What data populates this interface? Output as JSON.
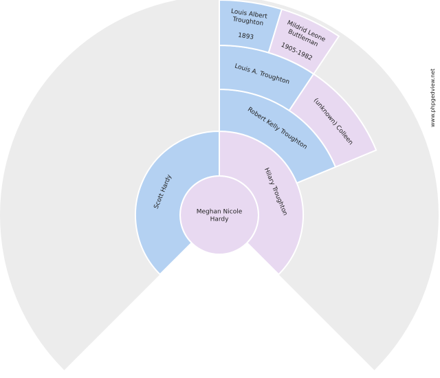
{
  "colors": {
    "male": "#b4d1f2",
    "female": "#e8d9f1",
    "empty": "#ececec",
    "border": "#ffffff"
  },
  "credit": "www.phpgedview.net",
  "persons": [
    {
      "id": "root",
      "lines": [
        "Meghan Nicole",
        "Hardy"
      ],
      "sex": "female",
      "gen": 0,
      "slot": 0
    },
    {
      "id": "father",
      "lines": [
        "Scott Hardy"
      ],
      "sex": "male",
      "gen": 1,
      "slot": 0
    },
    {
      "id": "mother",
      "lines": [
        "Hilary Troughton"
      ],
      "sex": "female",
      "gen": 1,
      "slot": 1
    },
    {
      "id": "mgf",
      "lines": [
        "Robert Kelly Troughton"
      ],
      "sex": "male",
      "gen": 2,
      "slot": 2
    },
    {
      "id": "mggf",
      "lines": [
        "Louis A. Troughton"
      ],
      "sex": "male",
      "gen": 3,
      "slot": 4
    },
    {
      "id": "mggm",
      "lines": [
        "(unknown) Colleen"
      ],
      "sex": "female",
      "gen": 3,
      "slot": 5
    },
    {
      "id": "mgggf",
      "lines": [
        "Louis Albert",
        "Troughton",
        "",
        "1893"
      ],
      "sex": "male",
      "gen": 4,
      "slot": 8
    },
    {
      "id": "mgggm",
      "lines": [
        "Mildrid Leone",
        "Buttleman",
        "",
        "1905-1982"
      ],
      "sex": "female",
      "gen": 4,
      "slot": 9
    }
  ]
}
